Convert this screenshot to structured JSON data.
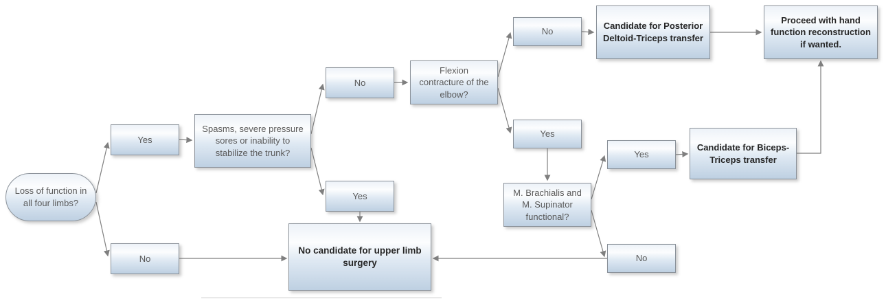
{
  "diagram": {
    "nodes": {
      "start": {
        "label": "Loss of function in all four limbs?"
      },
      "yes1": {
        "label": "Yes"
      },
      "no1": {
        "label": "No"
      },
      "spasms": {
        "label": "Spasms, severe pressure sores or inability to stabilize the trunk?"
      },
      "no2": {
        "label": "No"
      },
      "yes2": {
        "label": "Yes"
      },
      "flexion": {
        "label": "Flexion contracture of the elbow?"
      },
      "no3": {
        "label": "No"
      },
      "yes3": {
        "label": "Yes"
      },
      "posterior": {
        "label": "Candidate for Posterior Deltoid-Triceps transfer"
      },
      "proceed": {
        "label": "Proceed with hand function reconstruction if wanted."
      },
      "brachialis": {
        "label": "M. Brachialis and M. Supinator functional?"
      },
      "yes4": {
        "label": "Yes"
      },
      "no4": {
        "label": "No"
      },
      "biceps": {
        "label": "Candidate for Biceps-Triceps transfer"
      },
      "nocandidate": {
        "label": "No candidate for upper limb surgery"
      }
    },
    "colors": {
      "connector": "#7f7f7f",
      "node_fill_bottom": "#bed0e2",
      "node_border": "#8a9199"
    }
  }
}
